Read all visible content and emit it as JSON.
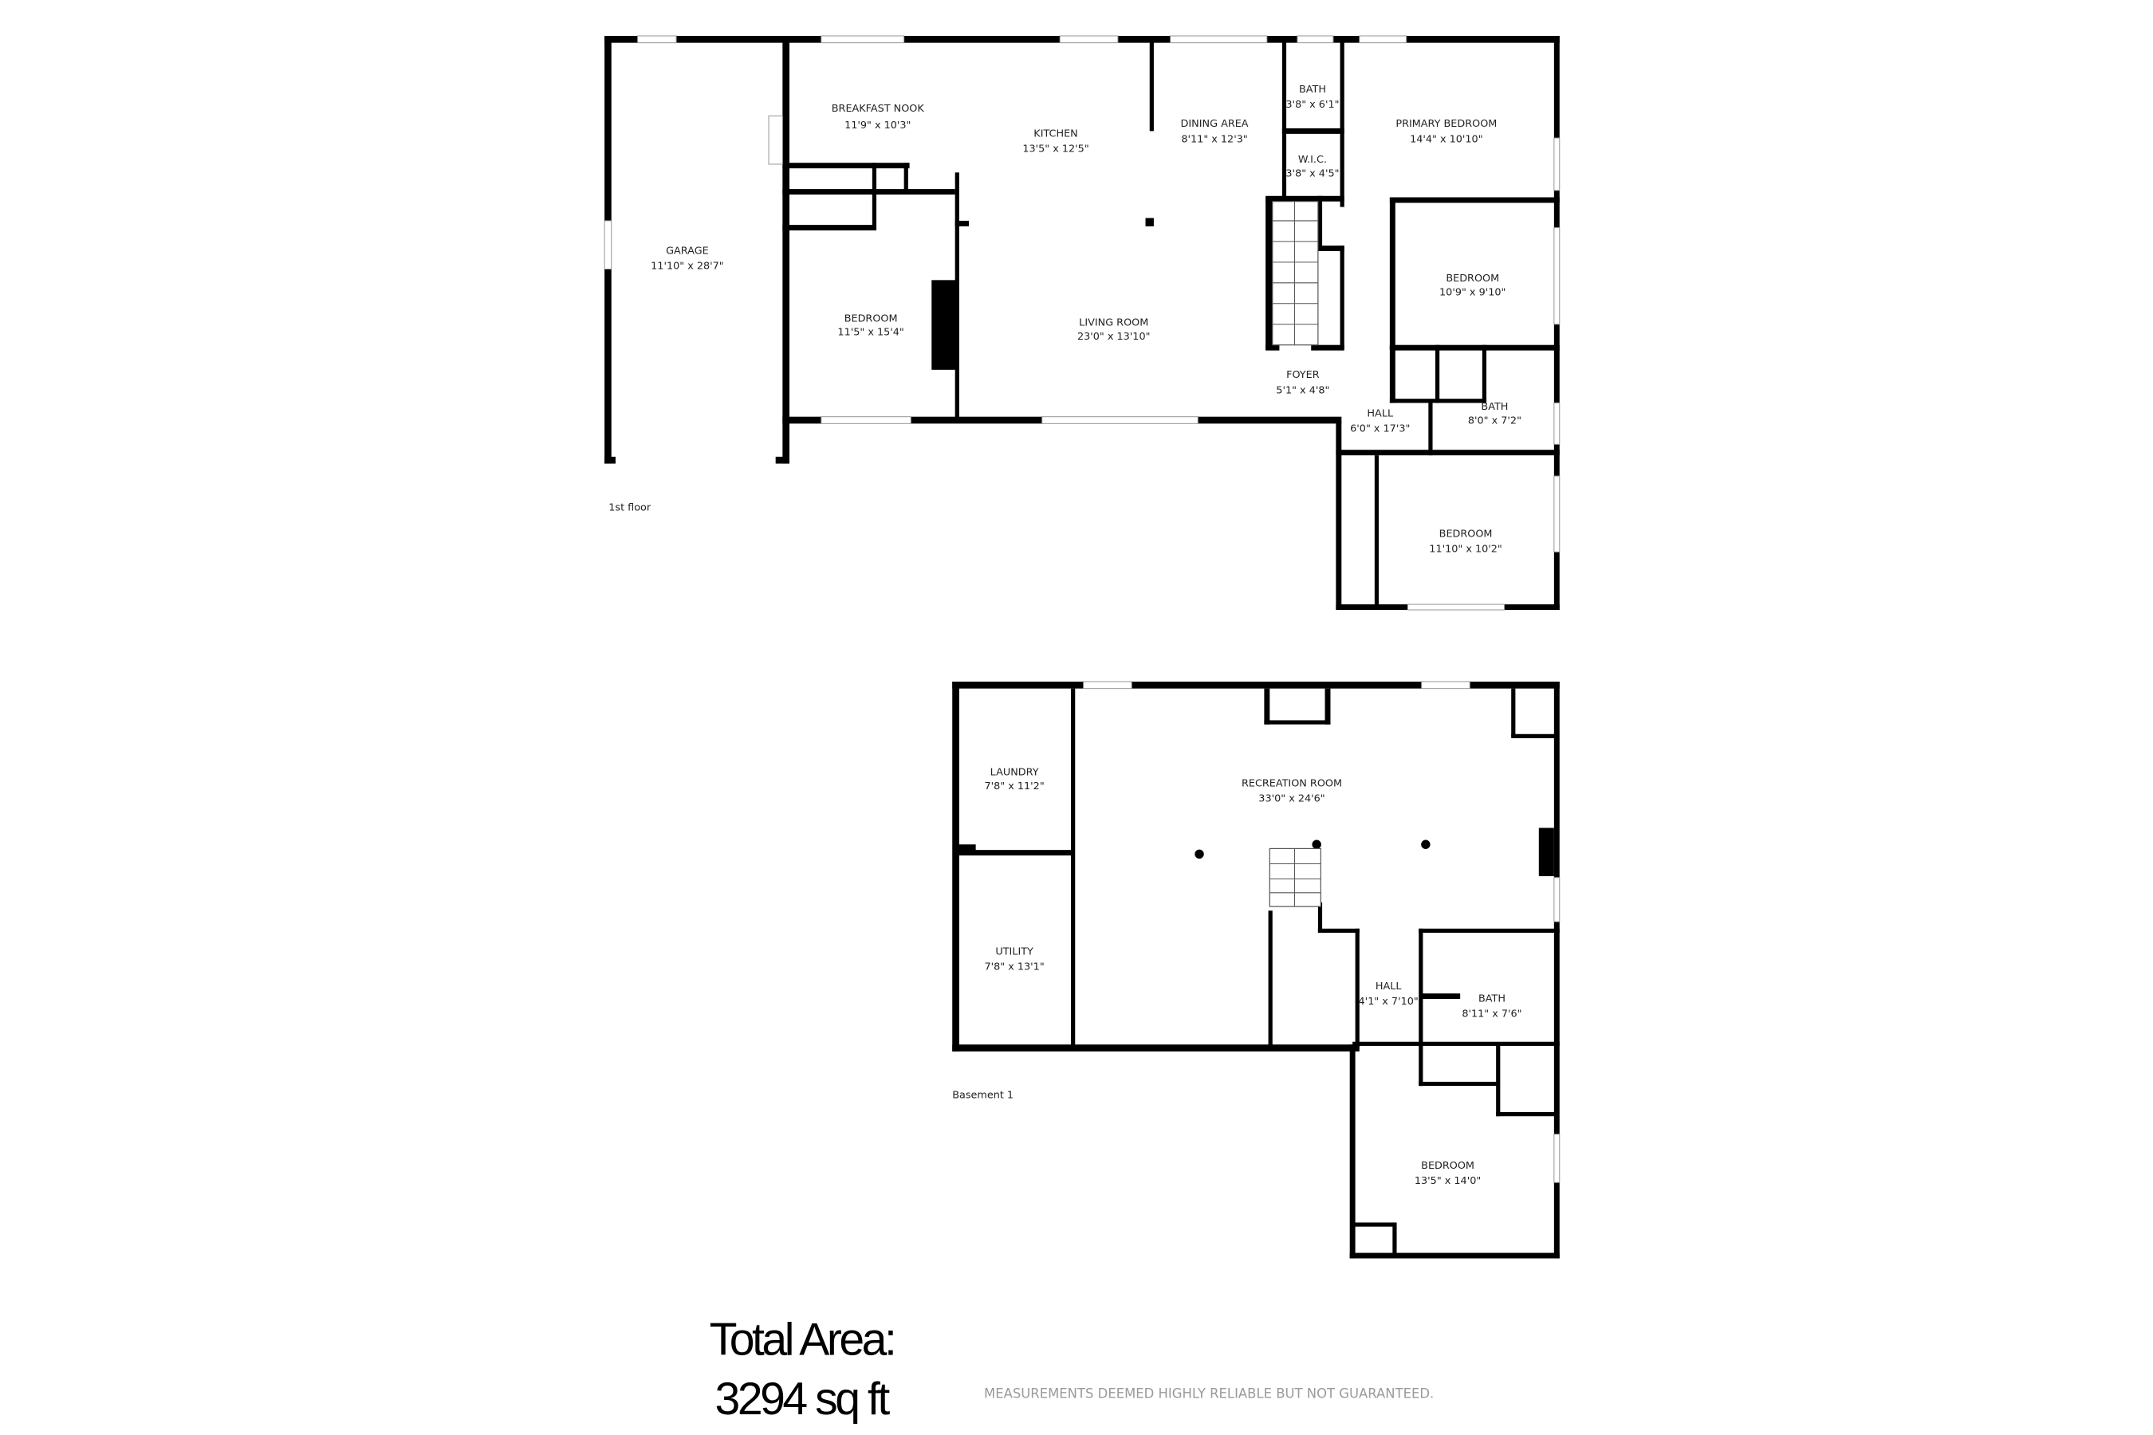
{
  "floors": {
    "first": {
      "label": "1st floor",
      "rooms": {
        "garage": {
          "name": "GARAGE",
          "dims": "11'10\" x 28'7\""
        },
        "breakfast_nook": {
          "name": "BREAKFAST NOOK",
          "dims": "11'9\" x 10'3\""
        },
        "kitchen": {
          "name": "KITCHEN",
          "dims": "13'5\" x 12'5\""
        },
        "dining_area": {
          "name": "DINING AREA",
          "dims": "8'11\" x 12'3\""
        },
        "bath_small": {
          "name": "BATH",
          "dims": "3'8\" x 6'1\""
        },
        "wic": {
          "name": "W.I.C.",
          "dims": "3'8\" x 4'5\""
        },
        "primary_bedroom": {
          "name": "PRIMARY BEDROOM",
          "dims": "14'4\" x 10'10\""
        },
        "bedroom_left": {
          "name": "BEDROOM",
          "dims": "11'5\" x 15'4\""
        },
        "living_room": {
          "name": "LIVING ROOM",
          "dims": "23'0\" x 13'10\""
        },
        "bedroom_right": {
          "name": "BEDROOM",
          "dims": "10'9\" x 9'10\""
        },
        "foyer": {
          "name": "FOYER",
          "dims": "5'1\" x 4'8\""
        },
        "hall": {
          "name": "HALL",
          "dims": "6'0\" x 17'3\""
        },
        "bath": {
          "name": "BATH",
          "dims": "8'0\" x 7'2\""
        },
        "bedroom_bottom": {
          "name": "BEDROOM",
          "dims": "11'10\" x 10'2\""
        }
      }
    },
    "basement": {
      "label": "Basement 1",
      "rooms": {
        "laundry": {
          "name": "LAUNDRY",
          "dims": "7'8\" x 11'2\""
        },
        "utility": {
          "name": "UTILITY",
          "dims": "7'8\" x 13'1\""
        },
        "recreation_room": {
          "name": "RECREATION ROOM",
          "dims": "33'0\" x 24'6\""
        },
        "hall": {
          "name": "HALL",
          "dims": "4'1\" x 7'10\""
        },
        "bath": {
          "name": "BATH",
          "dims": "8'11\" x 7'6\""
        },
        "bedroom": {
          "name": "BEDROOM",
          "dims": "13'5\" x 14'0\""
        }
      }
    }
  },
  "total": {
    "label": "Total Area:",
    "value": "3294 sq ft"
  },
  "disclaimer": "MEASUREMENTS DEEMED HIGHLY RELIABLE BUT NOT GUARANTEED.",
  "colors": {
    "wall": "#000000",
    "text": "#222222",
    "disclaimer": "#9a9a9a"
  }
}
